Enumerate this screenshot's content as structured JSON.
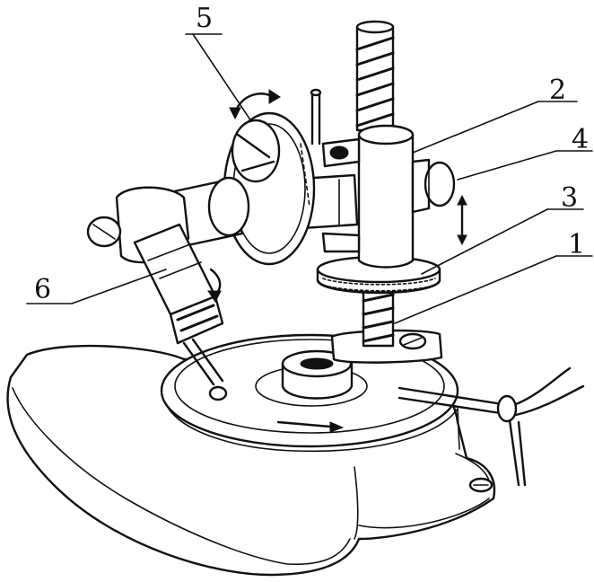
{
  "labels": {
    "one": "1",
    "two": "2",
    "three": "3",
    "four": "4",
    "five": "5",
    "six": "6"
  },
  "colors": {
    "ink": "#111111",
    "paper": "#ffffff"
  }
}
